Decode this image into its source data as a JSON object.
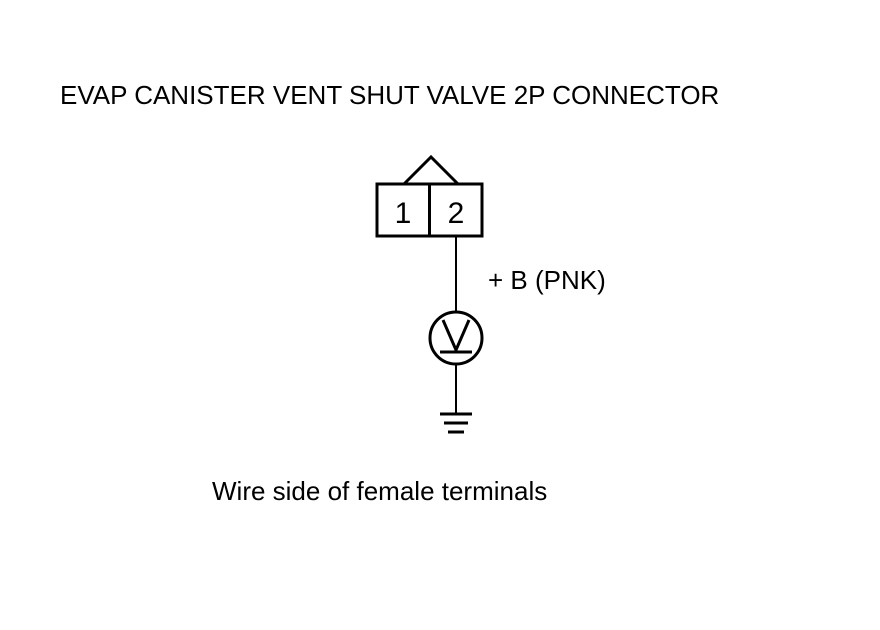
{
  "diagram": {
    "title": "EVAP CANISTER VENT SHUT VALVE 2P CONNECTOR",
    "caption": "Wire side of female terminals",
    "connector": {
      "terminals": [
        "1",
        "2"
      ]
    },
    "probe_label": "+ B (PNK)",
    "meter_symbol": "V",
    "colors": {
      "line": "#000000",
      "background": "#ffffff"
    }
  }
}
